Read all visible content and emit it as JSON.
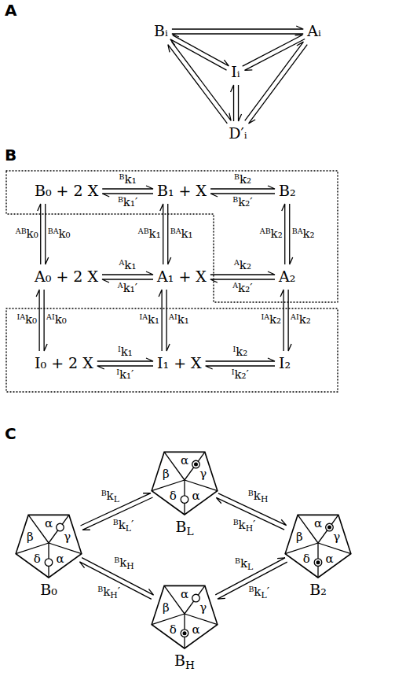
{
  "diagram": {
    "nodes": [
      {
        "text": [
          "Bᵢ"
        ]
      },
      {
        "text": [
          "Aᵢ"
        ]
      },
      {
        "text": [
          "Iᵢ"
        ]
      },
      {
        "text": [
          "D′ᵢ"
        ]
      },
      {
        "text": [
          "B₀ + 2 X"
        ]
      },
      {
        "text": [
          "B₁ + X"
        ]
      },
      {
        "text": [
          "B₂"
        ]
      },
      {
        "text": [
          "A₀ + 2 X"
        ]
      },
      {
        "text": [
          "A₁ + X"
        ]
      },
      {
        "text": [
          "A₂"
        ]
      },
      {
        "text": [
          "I₀ + 2 X"
        ]
      },
      {
        "text": [
          "I₁ + X"
        ]
      },
      {
        "text": [
          "I₂"
        ]
      },
      {
        "text": [
          "α",
          "β",
          "γ",
          "δ",
          "α",
          "B₀"
        ]
      },
      {
        "text": [
          "α",
          "β",
          "γ",
          "δ",
          "α",
          "BL"
        ]
      },
      {
        "text": [
          "α",
          "β",
          "γ",
          "δ",
          "α",
          "BH"
        ]
      },
      {
        "text": [
          "α",
          "β",
          "γ",
          "δ",
          "α",
          "B₂"
        ]
      }
    ],
    "edges": [
      {
        "from": 0,
        "to": 1,
        "arrow": "to"
      },
      {
        "from": 1,
        "to": 0,
        "arrow": "to"
      },
      {
        "from": 0,
        "to": 2,
        "arrow": "to"
      },
      {
        "from": 2,
        "to": 0,
        "arrow": "to"
      },
      {
        "from": 1,
        "to": 2,
        "arrow": "to"
      },
      {
        "from": 2,
        "to": 1,
        "arrow": "to"
      },
      {
        "from": 0,
        "to": 3,
        "arrow": "to"
      },
      {
        "from": 3,
        "to": 0,
        "arrow": "to"
      },
      {
        "from": 1,
        "to": 3,
        "arrow": "to"
      },
      {
        "from": 3,
        "to": 1,
        "arrow": "to"
      },
      {
        "from": 2,
        "to": 3,
        "arrow": "to"
      },
      {
        "from": 3,
        "to": 2,
        "arrow": "to"
      },
      {
        "from": 4,
        "to": 5,
        "arrow": "to",
        "label": "ᴮk₁"
      },
      {
        "from": 5,
        "to": 4,
        "arrow": "to",
        "label": "ᴮk₁′"
      },
      {
        "from": 5,
        "to": 6,
        "arrow": "to",
        "label": "ᴮk₂"
      },
      {
        "from": 6,
        "to": 5,
        "arrow": "to",
        "label": "ᴮk₂′"
      },
      {
        "from": 7,
        "to": 8,
        "arrow": "to",
        "label": "ᴬk₁"
      },
      {
        "from": 8,
        "to": 7,
        "arrow": "to",
        "label": "ᴬk₁′"
      },
      {
        "from": 8,
        "to": 9,
        "arrow": "to",
        "label": "ᴬk₂"
      },
      {
        "from": 9,
        "to": 8,
        "arrow": "to",
        "label": "ᴬk₂′"
      },
      {
        "from": 10,
        "to": 11,
        "arrow": "to",
        "label": "ᴵk₁"
      },
      {
        "from": 11,
        "to": 10,
        "arrow": "to",
        "label": "ᴵk₁′"
      },
      {
        "from": 11,
        "to": 12,
        "arrow": "to",
        "label": "ᴵk₂"
      },
      {
        "from": 12,
        "to": 11,
        "arrow": "to",
        "label": "ᴵk₂′"
      },
      {
        "from": 4,
        "to": 7,
        "arrow": "to",
        "label": "ᴮᴬk₀"
      },
      {
        "from": 7,
        "to": 4,
        "arrow": "to",
        "label": "ᴬᴮk₀"
      },
      {
        "from": 5,
        "to": 8,
        "arrow": "to",
        "label": "ᴮᴬk₁"
      },
      {
        "from": 8,
        "to": 5,
        "arrow": "to",
        "label": "ᴬᴮk₁"
      },
      {
        "from": 6,
        "to": 9,
        "arrow": "to",
        "label": "ᴮᴬk₂"
      },
      {
        "from": 9,
        "to": 6,
        "arrow": "to",
        "label": "ᴬᴮk₂"
      },
      {
        "from": 7,
        "to": 10,
        "arrow": "to",
        "label": "ᴬᴵk₀"
      },
      {
        "from": 10,
        "to": 7,
        "arrow": "to",
        "label": "ᴵᴬk₀"
      },
      {
        "from": 8,
        "to": 11,
        "arrow": "to",
        "label": "ᴬᴵk₁"
      },
      {
        "from": 11,
        "to": 8,
        "arrow": "to",
        "label": "ᴵᴬk₁"
      },
      {
        "from": 9,
        "to": 12,
        "arrow": "to",
        "label": "ᴬᴵk₂"
      },
      {
        "from": 12,
        "to": 9,
        "arrow": "to",
        "label": "ᴵᴬk₂"
      },
      {
        "from": 13,
        "to": 14,
        "arrow": "to",
        "label": "ᴮkL"
      },
      {
        "from": 14,
        "to": 13,
        "arrow": "to",
        "label": "ᴮkL′"
      },
      {
        "from": 14,
        "to": 16,
        "arrow": "to",
        "label": "ᴮkH"
      },
      {
        "from": 16,
        "to": 14,
        "arrow": "to",
        "label": "ᴮkH′"
      },
      {
        "from": 13,
        "to": 15,
        "arrow": "to",
        "label": "ᴮkH"
      },
      {
        "from": 15,
        "to": 13,
        "arrow": "to",
        "label": "ᴮkH′"
      },
      {
        "from": 15,
        "to": 16,
        "arrow": "to",
        "label": "ᴮkL"
      },
      {
        "from": 16,
        "to": 15,
        "arrow": "to",
        "label": "ᴮkL′"
      }
    ],
    "labels": [
      "A",
      "B",
      "C"
    ]
  }
}
